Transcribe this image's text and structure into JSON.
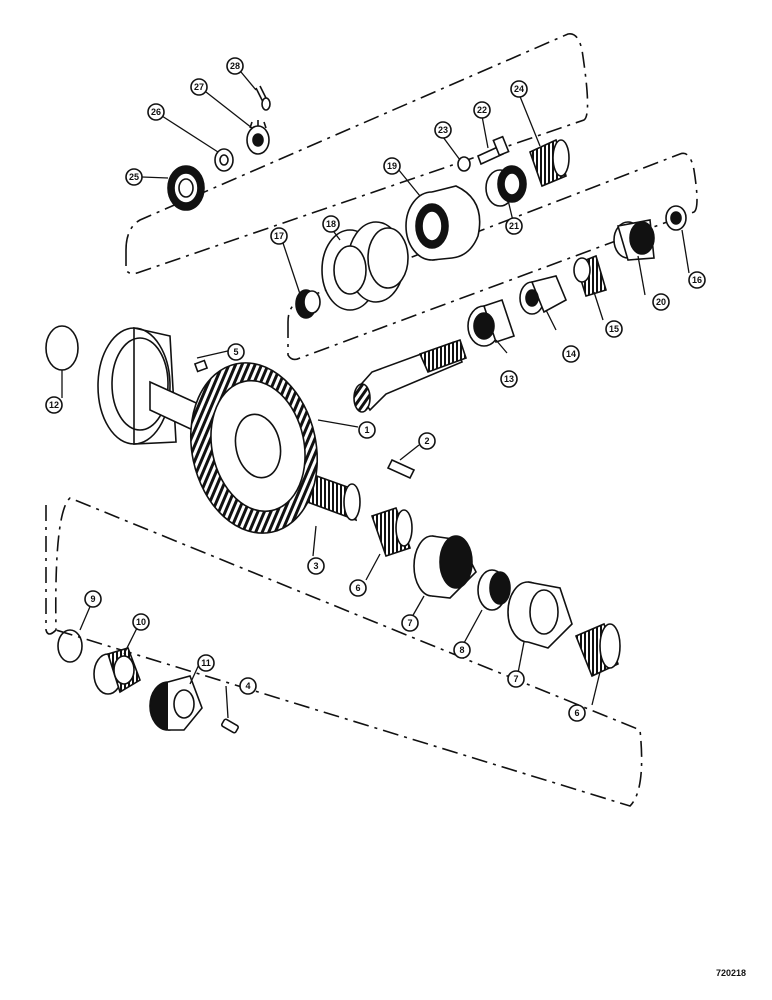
{
  "figure_id": "720218",
  "callouts": [
    {
      "id": "c1",
      "label": "1"
    },
    {
      "id": "c2",
      "label": "2"
    },
    {
      "id": "c3",
      "label": "3"
    },
    {
      "id": "c4",
      "label": "4"
    },
    {
      "id": "c5",
      "label": "5"
    },
    {
      "id": "c6a",
      "label": "6"
    },
    {
      "id": "c6b",
      "label": "6"
    },
    {
      "id": "c7a",
      "label": "7"
    },
    {
      "id": "c7b",
      "label": "7"
    },
    {
      "id": "c8",
      "label": "8"
    },
    {
      "id": "c9",
      "label": "9"
    },
    {
      "id": "c10",
      "label": "10"
    },
    {
      "id": "c11",
      "label": "11"
    },
    {
      "id": "c12",
      "label": "12"
    },
    {
      "id": "c13",
      "label": "13"
    },
    {
      "id": "c14",
      "label": "14"
    },
    {
      "id": "c15",
      "label": "15"
    },
    {
      "id": "c16",
      "label": "16"
    },
    {
      "id": "c17",
      "label": "17"
    },
    {
      "id": "c18",
      "label": "18"
    },
    {
      "id": "c19",
      "label": "19"
    },
    {
      "id": "c20",
      "label": "20"
    },
    {
      "id": "c21",
      "label": "21"
    },
    {
      "id": "c22",
      "label": "22"
    },
    {
      "id": "c23",
      "label": "23"
    },
    {
      "id": "c24",
      "label": "24"
    },
    {
      "id": "c25",
      "label": "25"
    },
    {
      "id": "c26",
      "label": "26"
    },
    {
      "id": "c27",
      "label": "27"
    },
    {
      "id": "c28",
      "label": "28"
    }
  ]
}
